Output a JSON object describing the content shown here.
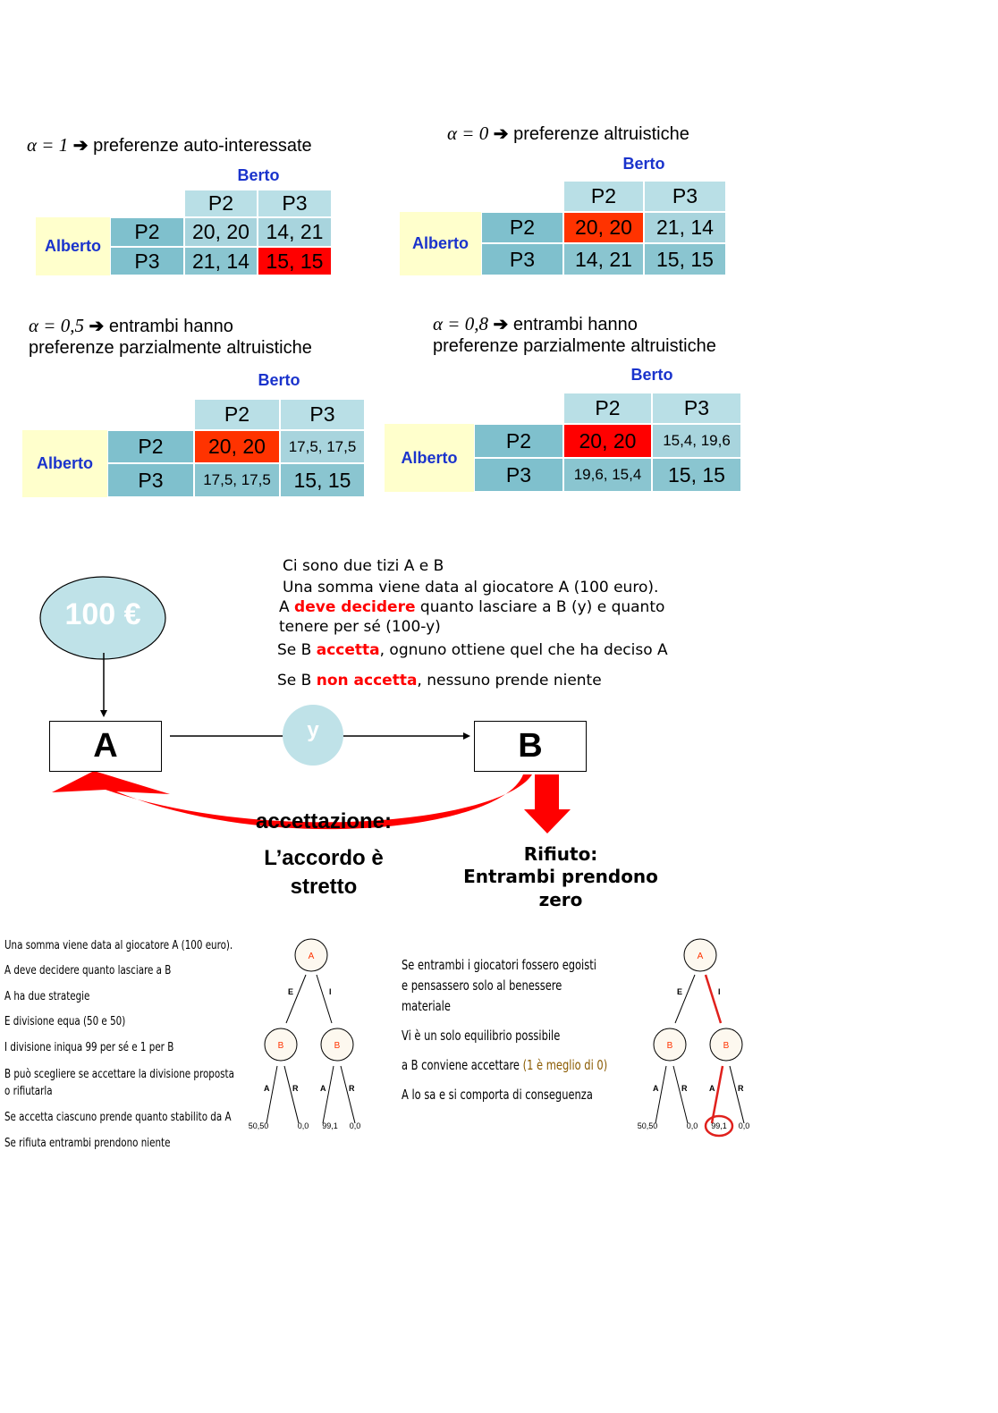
{
  "tables": [
    {
      "title_alpha": "α = 1",
      "title_text": " preferenze auto-interessate",
      "col_player": "Berto",
      "row_player": "Alberto",
      "cols": [
        "P2",
        "P3"
      ],
      "rows": [
        {
          "label": "P2",
          "cells": [
            "20, 20",
            "14, 21"
          ]
        },
        {
          "label": "P3",
          "cells": [
            "21, 14",
            "15, 15"
          ]
        }
      ],
      "highlight": [
        [
          1,
          1,
          "#ff0000"
        ]
      ]
    },
    {
      "title_alpha": "α = 0",
      "title_text": " preferenze altruistiche",
      "col_player": "Berto",
      "row_player": "Alberto",
      "cols": [
        "P2",
        "P3"
      ],
      "rows": [
        {
          "label": "P2",
          "cells": [
            "20, 20",
            "21, 14"
          ]
        },
        {
          "label": "P3",
          "cells": [
            "14, 21",
            "15, 15"
          ]
        }
      ],
      "highlight": [
        [
          0,
          0,
          "#ff3300"
        ]
      ]
    },
    {
      "title_alpha": "α = 0,5",
      "title_text": " entrambi hanno",
      "title_line2": "preferenze parzialmente altruistiche",
      "col_player": "Berto",
      "row_player": "Alberto",
      "cols": [
        "P2",
        "P3"
      ],
      "rows": [
        {
          "label": "P2",
          "cells": [
            "20, 20",
            "17,5, 17,5"
          ]
        },
        {
          "label": "P3",
          "cells": [
            "17,5, 17,5",
            "15, 15"
          ]
        }
      ],
      "highlight": [
        [
          0,
          0,
          "#ff3300"
        ]
      ]
    },
    {
      "title_alpha": "α = 0,8",
      "title_text": " entrambi hanno",
      "title_line2": "preferenze parzialmente altruistiche",
      "col_player": "Berto",
      "row_player": "Alberto",
      "cols": [
        "P2",
        "P3"
      ],
      "rows": [
        {
          "label": "P2",
          "cells": [
            "20, 20",
            "15,4, 19,6"
          ]
        },
        {
          "label": "P3",
          "cells": [
            "19,6, 15,4",
            "15, 15"
          ]
        }
      ],
      "highlight": [
        [
          0,
          0,
          "#ff0000"
        ]
      ]
    }
  ],
  "ultimatum": {
    "sum": "100 €",
    "a": "A",
    "b": "B",
    "y": "y",
    "intro": [
      "Ci sono due tizi A e B",
      "Una somma viene data al giocatore A (100 euro)."
    ],
    "l3a": "A ",
    "l3b": "deve decidere",
    "l3c": " quanto lasciare a B (y) e quanto",
    "l4": "tenere per sé (100-y)",
    "l5a": "Se B ",
    "l5b": "accetta",
    "l5c": ", ognuno ottiene quel che ha deciso A",
    "l6a": "Se B ",
    "l6b": "non accetta",
    "l6c": ", nessuno prende niente",
    "accept_title": "accettazione:",
    "accept_1": "L’accordo è",
    "accept_2": "stretto",
    "reject_1": "Rifiuto:",
    "reject_2": "Entrambi prendono",
    "reject_3": "zero"
  },
  "left_text": [
    "Una somma viene data al giocatore A (100 euro).",
    "A deve decidere quanto lasciare a B",
    "A ha due strategie",
    "E divisione equa (50 e 50)",
    "I divisione iniqua 99 per sé e 1 per B",
    "B può scegliere se accettare la divisione proposta",
    "o rifiutarla",
    "Se accetta ciascuno prende quanto stabilito da A",
    "Se rifiuta entrambi prendono niente"
  ],
  "right_text": {
    "l1": "Se entrambi i giocatori fossero egoisti",
    "l2": "e pensassero solo al benessere",
    "l3": "materiale",
    "l4": "Vi è un solo equilibrio possibile",
    "l5a": "a B conviene accettare ",
    "l5b": "(1 è meglio di 0)",
    "l6": "A lo sa e si comporta di conseguenza"
  },
  "tree": {
    "root": "A",
    "node": "B",
    "e": "E",
    "i": "I",
    "acc": "A",
    "rej": "R",
    "payoffs": [
      "50,50",
      "0,0",
      "99,1",
      "0,0"
    ]
  },
  "colors": {
    "node_label": "#ff3300",
    "equilibrium": "#e0211d",
    "header": "#b9dfe6",
    "row_header": "#7fc0cd",
    "player": "#1a33cc",
    "alberto_bg": "#ffffcc"
  }
}
